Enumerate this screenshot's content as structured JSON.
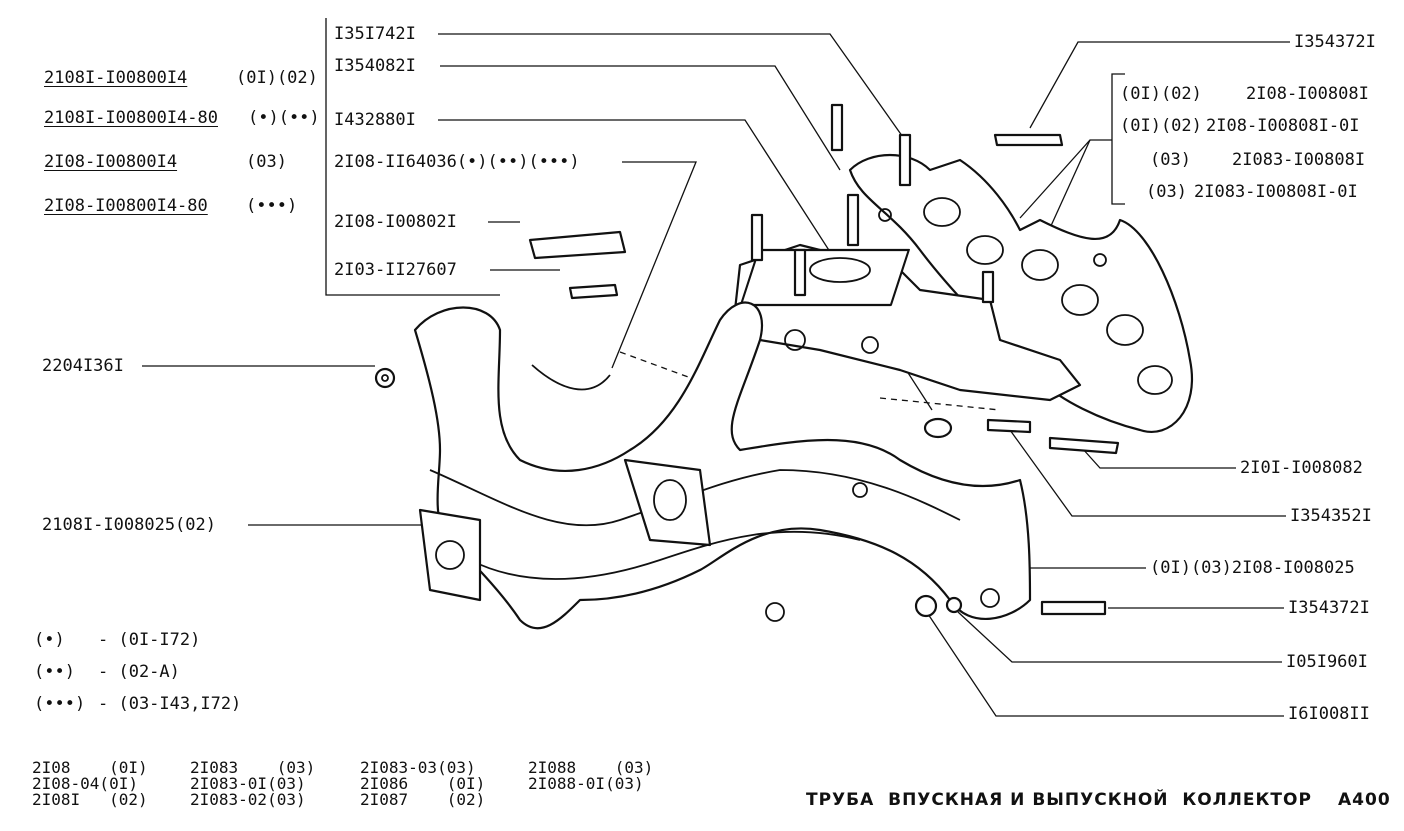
{
  "left_parts": [
    {
      "code": "2108I-I00800I4",
      "tag": "(0I)(02)"
    },
    {
      "code": "2108I-I00800I4-80",
      "tag": "(•)(••)"
    },
    {
      "code": "2I08-I00800I4",
      "tag": "(03)"
    },
    {
      "code": "2I08-I00800I4-80",
      "tag": "(•••)"
    }
  ],
  "bracket_labels": [
    "I35I742I",
    "I354082I",
    "I432880I",
    "2I08-II64036(•)(••)(•••)",
    "2I08-I00802I",
    "2I03-II27607"
  ],
  "right_group_labels": [
    {
      "tag": "(0I)(02)",
      "code": "2I08-I00808I"
    },
    {
      "tag": "(0I)(02)",
      "code": "2I08-I00808I-0I"
    },
    {
      "tag": "(03)",
      "code": "2I083-I00808I"
    },
    {
      "tag": "(03)",
      "code": "2I083-I00808I-0I"
    }
  ],
  "callouts": {
    "top_right": "I354372I",
    "left_washer": "2204I36I",
    "left_manifold": "2108I-I008025(02)",
    "stud_right": "2I0I-I008082",
    "stud_lower": "I354352I",
    "exhaust": "(0I)(03)2I08-I008025",
    "stud_bottom": "I354372I",
    "nut": "I05I960I",
    "washer_bottom": "I6I008II"
  },
  "legend": [
    {
      "mark": "(•)",
      "meaning": "- (0I-I72)"
    },
    {
      "mark": "(••)",
      "meaning": "- (02-A)"
    },
    {
      "mark": "(•••)",
      "meaning": "- (03-I43,I72)"
    }
  ],
  "models": [
    [
      "2I08    (0I)",
      "2I08-04(0I)",
      "2I08I   (02)"
    ],
    [
      "2I083    (03)",
      "2I083-0I(03)",
      "2I083-02(03)"
    ],
    [
      "2I083-03(03)",
      "2I086    (0I)",
      "2I087    (02)"
    ],
    [
      "2I088    (03)",
      "2I088-0I(03)"
    ]
  ],
  "title": "ТРУБА  ВПУСКНАЯ И ВЫПУСКНОЙ  КОЛЛЕКТОР",
  "sheet": "A400"
}
